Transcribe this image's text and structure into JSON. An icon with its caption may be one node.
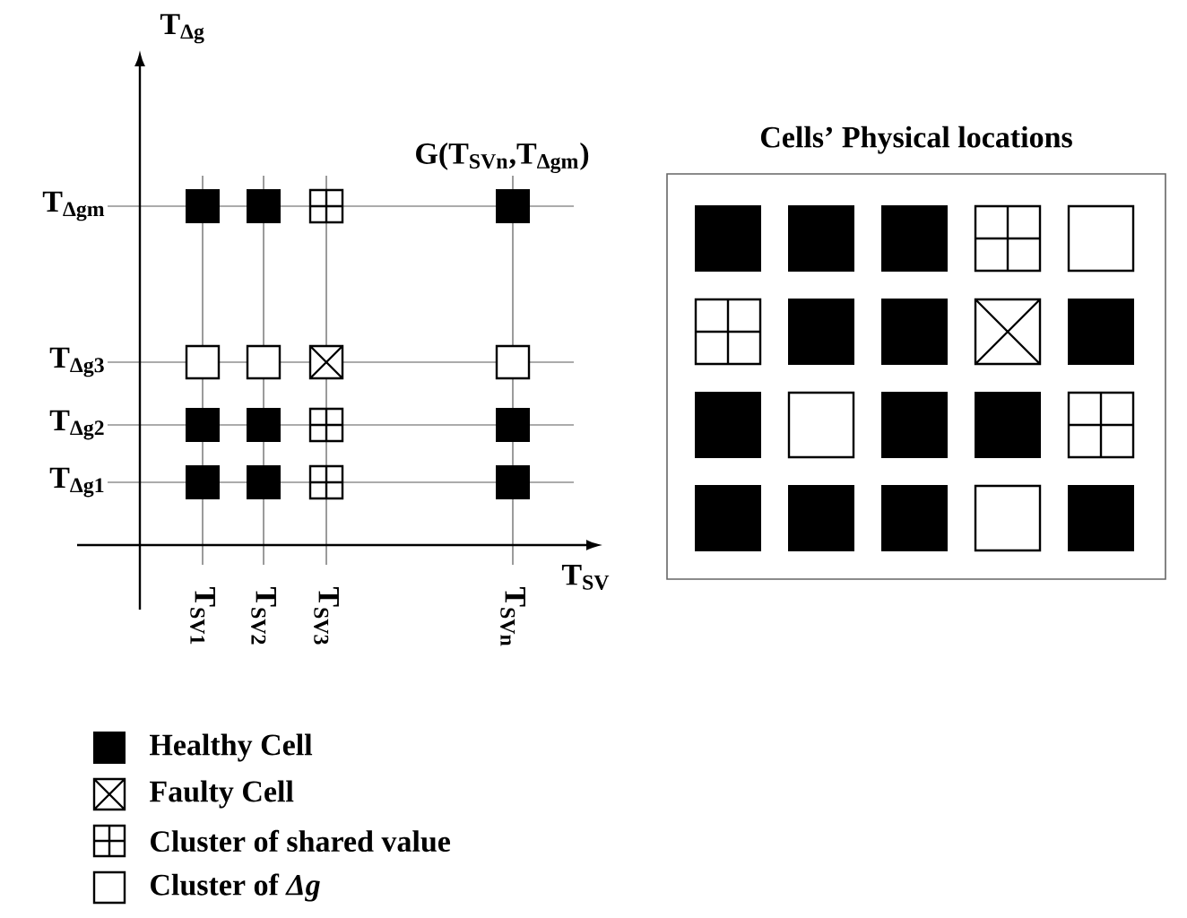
{
  "diagram": {
    "nodes": [
      {
        "text": [
          "Cells’ Physical locations"
        ]
      }
    ],
    "labels": [
      "T$_{Δg}$",
      "G(T$_{SVn}$,T$_{Δgm}$)",
      "T$_{Δgm}$",
      "T$_{Δg3}$",
      "T$_{Δg2}$",
      "T$_{Δg1}$",
      "T$_{SV}$",
      "T$_{SV1}$",
      "T$_{SV2}$",
      "T$_{SV3}$",
      "T$_{SVn}$"
    ],
    "legend": [
      {
        "text": "Healthy Cell"
      },
      {
        "text": "Faulty Cell"
      },
      {
        "text": "Cluster of shared value"
      },
      {
        "text": "Cluster of *Δg*"
      }
    ]
  }
}
